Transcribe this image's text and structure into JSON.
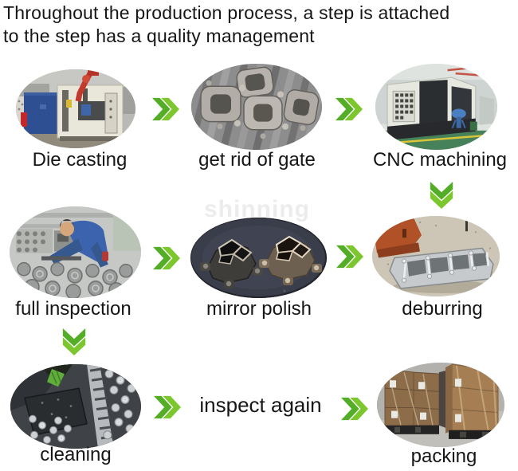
{
  "title": {
    "line1": "Throughout the production process, a step is attached",
    "line2": "to the step has a quality management"
  },
  "watermark": "shinning",
  "steps": [
    {
      "id": "die-casting",
      "label": "Die casting"
    },
    {
      "id": "get-rid-of-gate",
      "label": "get rid of gate"
    },
    {
      "id": "cnc-machining",
      "label": "CNC machining"
    },
    {
      "id": "full-inspection",
      "label": "full inspection"
    },
    {
      "id": "mirror-polish",
      "label": "mirror polish"
    },
    {
      "id": "deburring",
      "label": "deburring"
    },
    {
      "id": "cleaning",
      "label": "cleaning"
    },
    {
      "id": "inspect-again",
      "label": "inspect again"
    },
    {
      "id": "packing",
      "label": "packing"
    }
  ],
  "icons": {
    "right_arrow": "double-chevron-right",
    "down_arrow": "double-chevron-down"
  },
  "colors": {
    "arrow_green_dark": "#54ad27",
    "arrow_green_light": "#7cc62e",
    "title_text": "#161616",
    "watermark_gray": "#ececec",
    "background": "#ffffff"
  }
}
